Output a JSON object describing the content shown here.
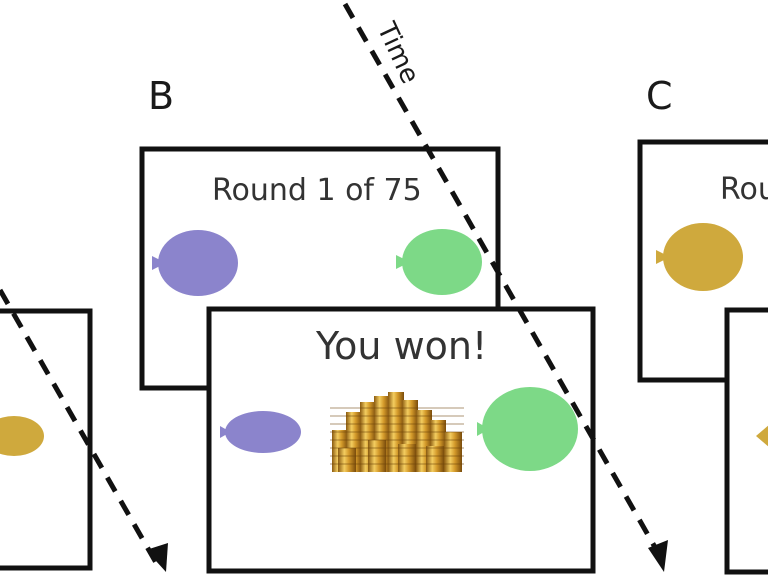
{
  "panels": {
    "b": {
      "letter": "B"
    },
    "c": {
      "letter": "C"
    }
  },
  "screens": {
    "round_title": "Round 1 of 75",
    "result_title": "You won!",
    "c_round_partial": "Rou"
  },
  "timeline": {
    "label": "Time"
  },
  "colors": {
    "balloon_purple": "#8b84cc",
    "balloon_green": "#7dd987",
    "balloon_gold": "#cfa93d",
    "frame": "#111111"
  },
  "icons": {
    "coins": "coin-stack-icon",
    "balloon": "balloon-icon"
  }
}
